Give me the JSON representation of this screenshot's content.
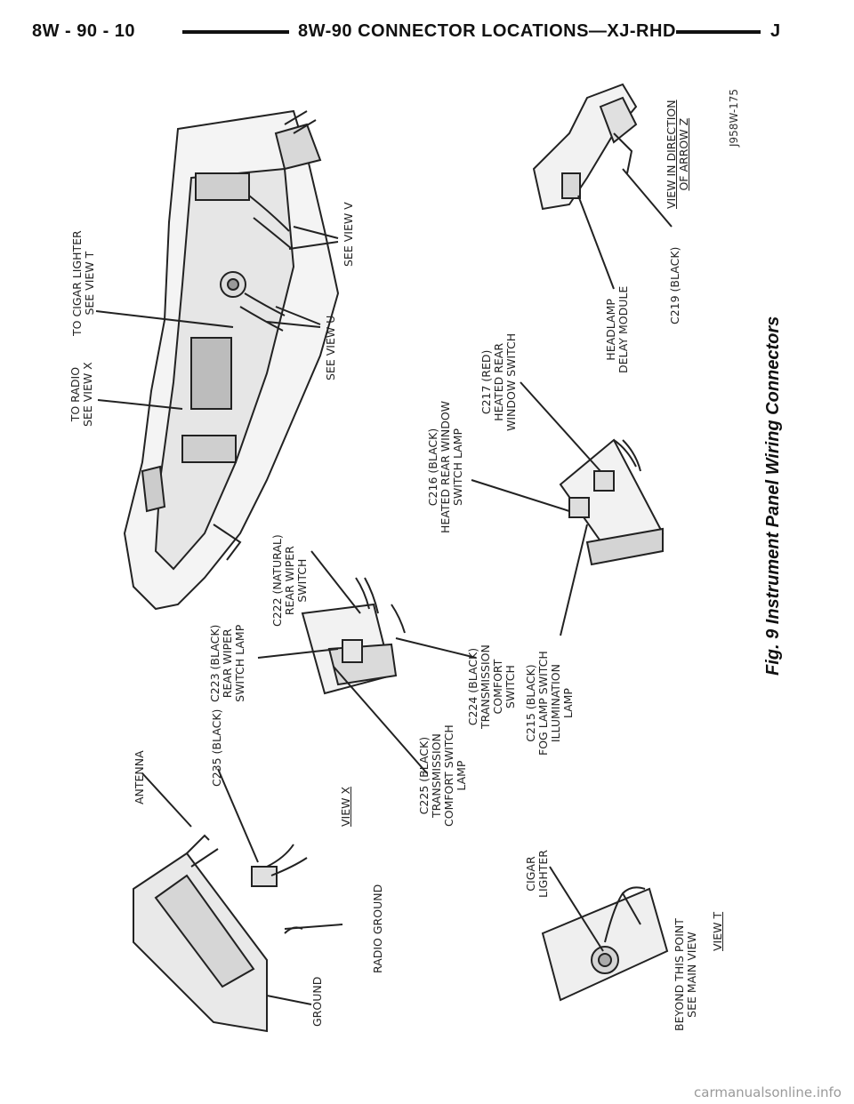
{
  "header": {
    "page_number": "8W - 90 - 10",
    "section_title": "8W-90 CONNECTOR LOCATIONS—XJ-RHD",
    "letter": "J"
  },
  "figure": {
    "caption": "Fig. 9 Instrument Panel Wiring Connectors",
    "reference_code": "J958W-175",
    "labels": {
      "to_radio": "TO RADIO\nSEE VIEW X",
      "to_cigar": "TO CIGAR LIGHTER\nSEE VIEW T",
      "see_view_u": "SEE VIEW U",
      "see_view_v": "SEE VIEW V",
      "c217": "C217 (RED)\nHEATED REAR\nWINDOW SWITCH",
      "headlamp": "HEADLAMP\nDELAY MODULE",
      "c219": "C219 (BLACK)",
      "view_z": "VIEW IN DIRECTION\nOF ARROW Z",
      "c216": "C216 (BLACK)\nHEATED REAR WINDOW\nSWITCH LAMP",
      "c222": "C222 (NATURAL)\nREAR WIPER\nSWITCH",
      "c223": "C223 (BLACK)\nREAR WIPER\nSWITCH LAMP",
      "c224": "C224 (BLACK)\nTRANSMISSION\nCOMFORT\nSWITCH",
      "c215": "C215 (BLACK)\nFOG LAMP SWITCH\nILLUMINATION\nLAMP",
      "antenna": "ANTENNA",
      "c235": "C235 (BLACK)",
      "view_x": "VIEW X",
      "c225": "C225 (BLACK)\nTRANSMISSION\nCOMFORT SWITCH\nLAMP",
      "cigar_lighter": "CIGAR\nLIGHTER",
      "ground": "GROUND",
      "radio_ground": "RADIO GROUND",
      "beyond": "BEYOND THIS POINT\nSEE MAIN VIEW",
      "view_t": "VIEW T"
    }
  },
  "watermark": "carmanualsonline.info"
}
